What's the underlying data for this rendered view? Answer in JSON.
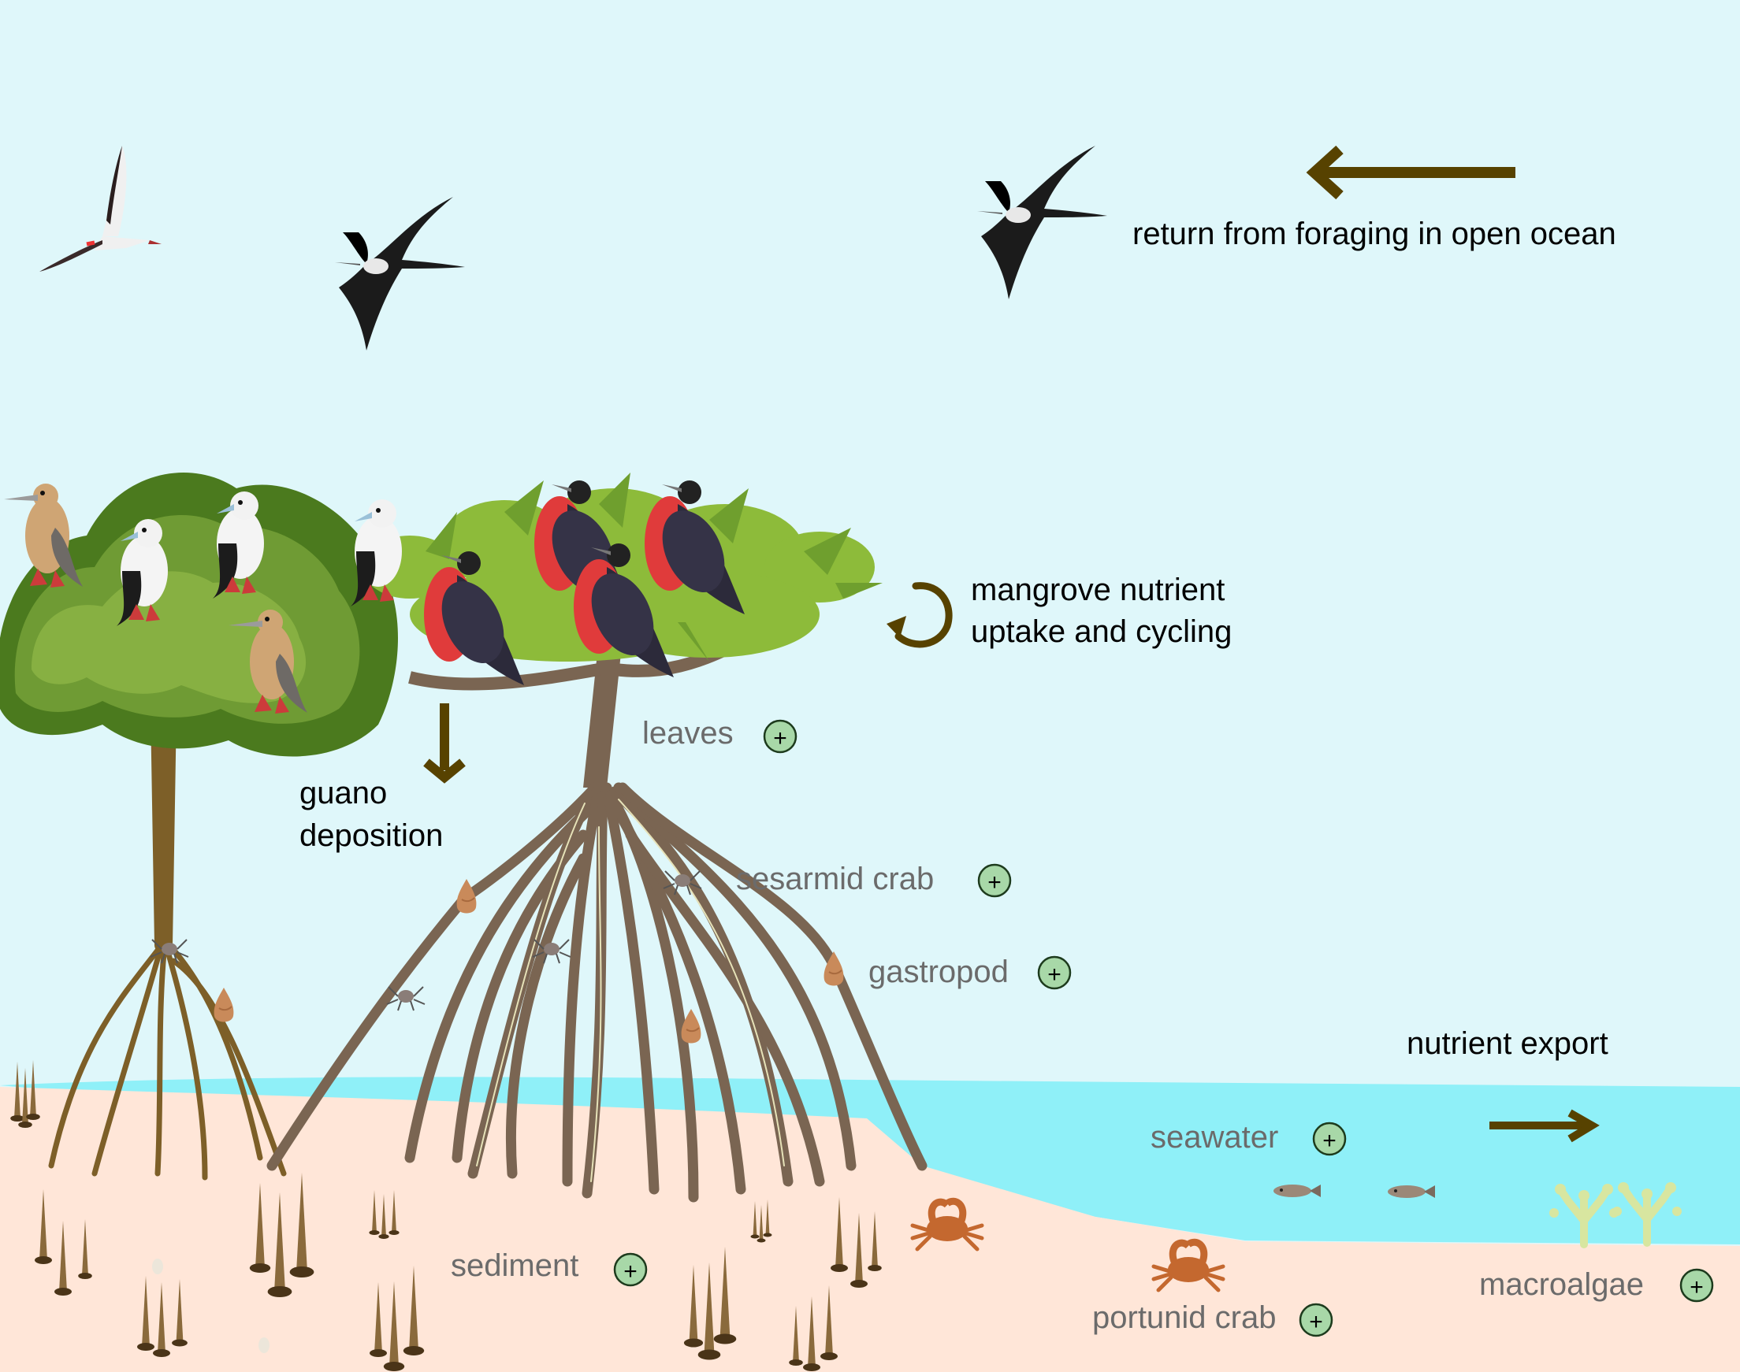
{
  "diagram": {
    "title": "Seabird-derived nutrient pathways in a mangrove ecosystem",
    "colors": {
      "sky": "#dff7fa",
      "seawater": "#8ff0f8",
      "sediment": "#ffe6d8",
      "arrow": "#574200",
      "label_dark": "#000000",
      "label_grey": "#6b6b6b",
      "plus_badge": "#a8d8a8",
      "crab": "#c4682f"
    },
    "process_labels": {
      "foraging": "return from foraging in open ocean",
      "cycling_line1": "mangrove nutrient",
      "cycling_line2": "uptake and cycling",
      "guano_line1": "guano",
      "guano_line2": "deposition",
      "export": "nutrient export"
    },
    "compartments": [
      {
        "id": "leaves",
        "label": "leaves",
        "badge": "+"
      },
      {
        "id": "sesarmid-crab",
        "label": "sesarmid crab",
        "badge": "+"
      },
      {
        "id": "gastropod",
        "label": "gastropod",
        "badge": "+"
      },
      {
        "id": "seawater",
        "label": "seawater",
        "badge": "+"
      },
      {
        "id": "sediment",
        "label": "sediment",
        "badge": "+"
      },
      {
        "id": "portunid-crab",
        "label": "portunid crab",
        "badge": "+"
      },
      {
        "id": "macroalgae",
        "label": "macroalgae",
        "badge": "+"
      }
    ],
    "icons": {
      "flying_birds": [
        "red-footed-booby-icon",
        "frigatebird-icon",
        "frigatebird-icon"
      ],
      "arrow_left": "arrow-left-icon",
      "arrow_down": "arrow-down-icon",
      "arrow_right": "arrow-right-icon",
      "cycle": "cycle-arrow-icon"
    }
  }
}
